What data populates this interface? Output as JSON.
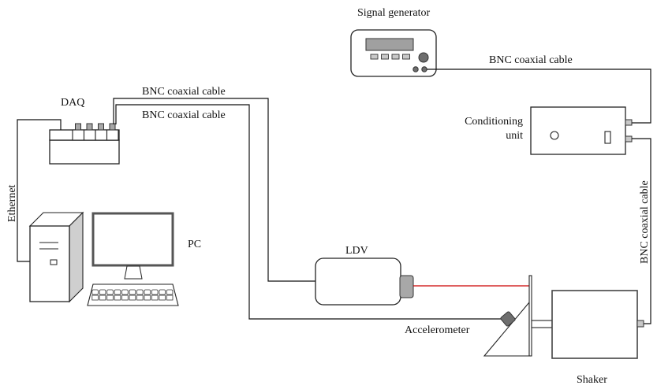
{
  "title": "Experimental setup: LDV and accelerometer vibration measurement",
  "labels": {
    "signal_generator": "Signal generator",
    "conditioning_unit_line1": "Conditioning",
    "conditioning_unit_line2": "unit",
    "daq": "DAQ",
    "pc": "PC",
    "ldv": "LDV",
    "accelerometer": "Accelerometer",
    "shaker": "Shaker",
    "ethernet": "Ethernet"
  },
  "cables": {
    "daq_to_ldv": "BNC coaxial cable",
    "daq_to_accelerometer": "BNC coaxial cable",
    "generator_to_conditioning": "BNC coaxial cable",
    "conditioning_to_shaker": "BNC coaxial cable"
  },
  "colors": {
    "laser_beam": "#cc0000",
    "connector": "#a8a8a8",
    "sensor": "#6e6e6e",
    "display": "#a0a0a0",
    "line": "#111111"
  },
  "components": {
    "daq_channels": 4,
    "generator_buttons": 4,
    "keyboard_keys": 11
  }
}
